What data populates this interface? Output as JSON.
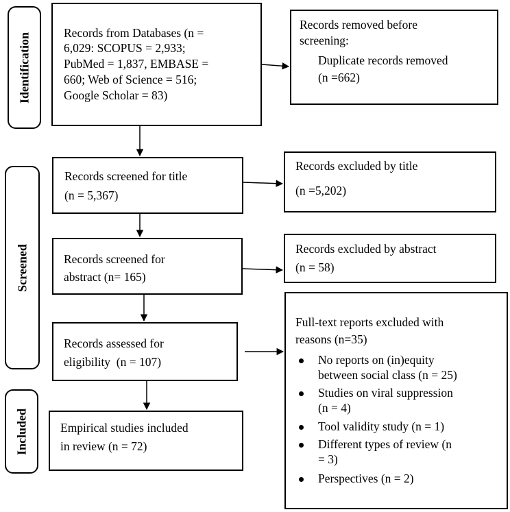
{
  "stages": {
    "identification": "Identification",
    "screened": "Screened",
    "included": "Included"
  },
  "boxes": {
    "databases": {
      "lines": [
        "Records from Databases (n =",
        "6,029: SCOPUS = 2,933;",
        "PubMed = 1,837, EMBASE =",
        "660; Web of Science = 516;",
        "Google Scholar = 83)"
      ]
    },
    "removed": {
      "lines": [
        "Records removed before",
        "screening:"
      ],
      "indent_lines": [
        "Duplicate records removed",
        "(n =662)"
      ]
    },
    "screened_title": {
      "lines": [
        "Records screened for title",
        "(n = 5,367)"
      ]
    },
    "excluded_title": {
      "line1": "Records excluded by title",
      "line2": "(n =5,202)"
    },
    "screened_abstract": {
      "lines": [
        "Records screened for",
        "abstract (n= 165)"
      ]
    },
    "excluded_abstract": {
      "lines": [
        "Records excluded by abstract",
        "(n = 58)"
      ]
    },
    "eligibility": {
      "lines": [
        "Records assessed for",
        "eligibility  (n = 107)"
      ]
    },
    "included": {
      "lines": [
        "Empirical studies included",
        "in review (n = 72)"
      ]
    },
    "fulltext": {
      "lines": [
        "Full-text reports excluded with",
        "reasons (n=35)"
      ],
      "bullets": [
        [
          "No reports on (in)equity",
          "between social class (n = 25)"
        ],
        [
          "Studies on viral suppression",
          "(n = 4)"
        ],
        [
          "Tool validity study (n = 1)"
        ],
        [
          "Different types of review (n",
          "= 3)"
        ],
        [
          "Perspectives (n = 2)"
        ]
      ]
    }
  }
}
